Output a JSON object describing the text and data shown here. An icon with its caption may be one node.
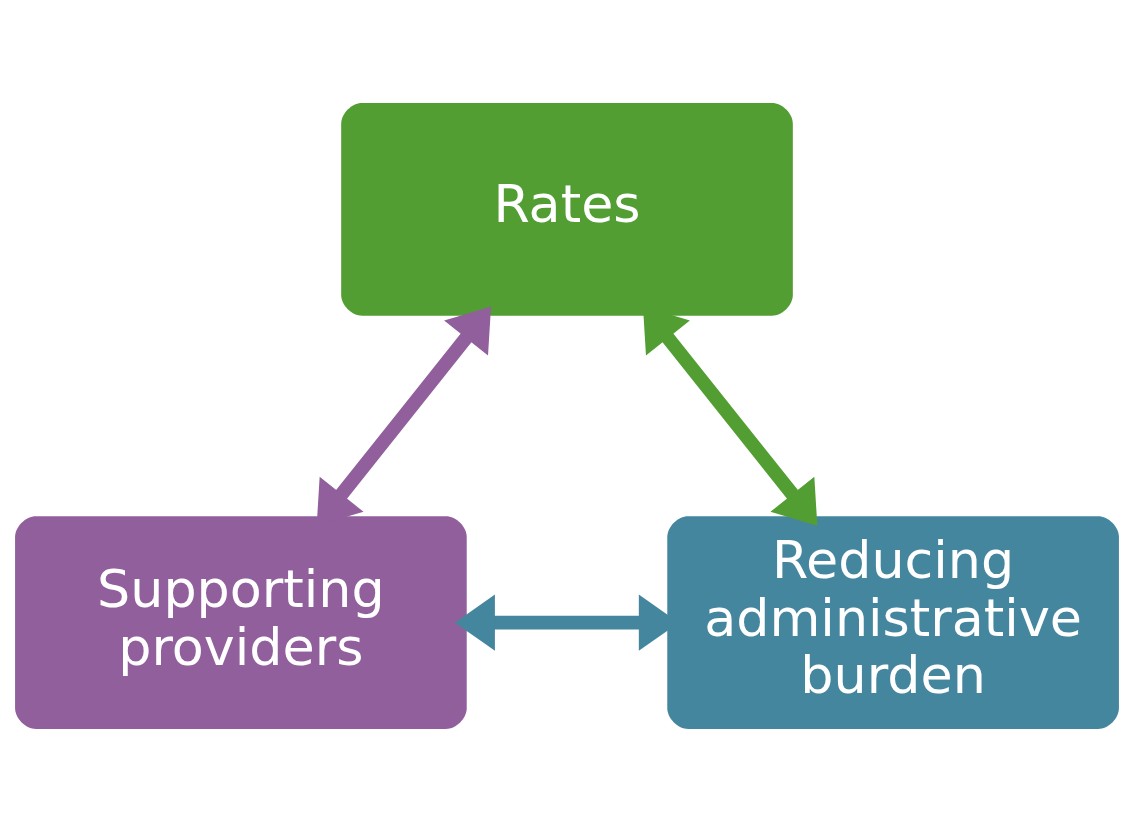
{
  "diagram": {
    "nodes": [
      {
        "text": [
          "Rates"
        ]
      },
      {
        "text": [
          "Supporting providers"
        ]
      },
      {
        "text": [
          "Reducing administrative burden"
        ]
      }
    ],
    "edges": [
      {
        "from": 0,
        "to": 1,
        "arrow": "both",
        "color": "#915f9c"
      },
      {
        "from": 0,
        "to": 2,
        "arrow": "both",
        "color": "#529e33"
      },
      {
        "from": 1,
        "to": 2,
        "arrow": "both",
        "color": "#45869f"
      }
    ]
  }
}
